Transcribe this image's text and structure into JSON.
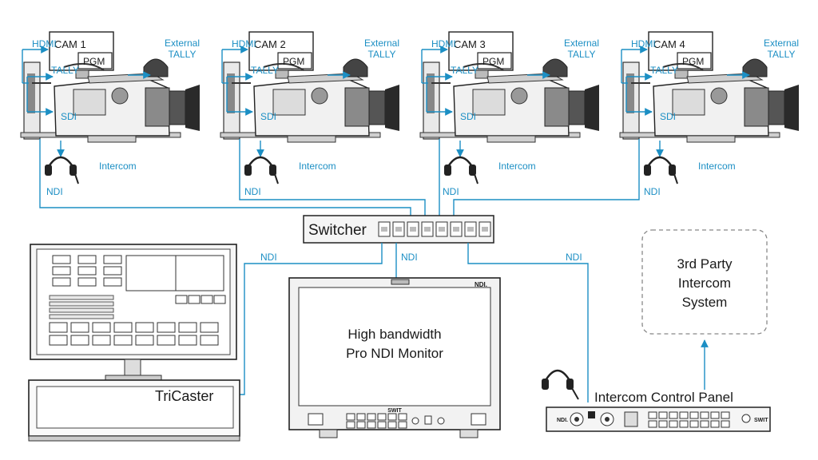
{
  "cameras": [
    {
      "name": "CAM 1",
      "monitor_badge": "PGM",
      "hdmi_label": "HDMI",
      "tally_label": "TALLY",
      "sdi_label": "SDI",
      "ext_tally_label": "External TALLY",
      "intercom_label": "Intercom",
      "ndi_label": "NDI"
    },
    {
      "name": "CAM 2",
      "monitor_badge": "PGM",
      "hdmi_label": "HDMI",
      "tally_label": "TALLY",
      "sdi_label": "SDI",
      "ext_tally_label": "External TALLY",
      "intercom_label": "Intercom",
      "ndi_label": "NDI"
    },
    {
      "name": "CAM 3",
      "monitor_badge": "PGM",
      "hdmi_label": "HDMI",
      "tally_label": "TALLY",
      "sdi_label": "SDI",
      "ext_tally_label": "External TALLY",
      "intercom_label": "Intercom",
      "ndi_label": "NDI"
    },
    {
      "name": "CAM 4",
      "monitor_badge": "PGM",
      "hdmi_label": "HDMI",
      "tally_label": "TALLY",
      "sdi_label": "SDI",
      "ext_tally_label": "External TALLY",
      "intercom_label": "Intercom",
      "ndi_label": "NDI"
    }
  ],
  "switcher": {
    "label": "Switcher"
  },
  "links": {
    "tricaster_ndi": "NDI",
    "monitor_ndi": "NDI",
    "panel_ndi": "NDI"
  },
  "tricaster": {
    "label": "TriCaster"
  },
  "pro_monitor": {
    "line1": "High bandwidth",
    "line2": "Pro NDI Monitor",
    "badge": "NDI.",
    "brand": "SWIT"
  },
  "third_party": {
    "line1": "3rd Party",
    "line2": "Intercom",
    "line3": "System"
  },
  "intercom_panel": {
    "label": "Intercom Control Panel",
    "badge": "NDI.",
    "brand": "SWIT"
  },
  "colors": {
    "accent": "#1c8fc4",
    "line": "#1a1a1a"
  }
}
